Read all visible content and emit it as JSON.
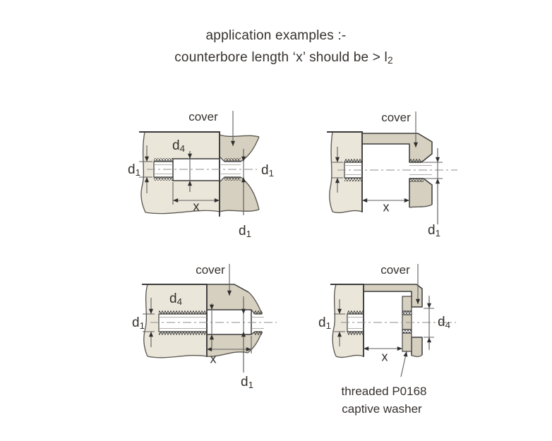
{
  "title": {
    "line1": "application examples :-",
    "line2_text": "counterbore length ‘x’ should be > l",
    "line2_sub": "2"
  },
  "diagrams": {
    "top_left": {
      "cover": "cover",
      "d4": {
        "base": "d",
        "sub": "4"
      },
      "d1_left": {
        "base": "d",
        "sub": "1"
      },
      "d1_right": {
        "base": "d",
        "sub": "1"
      },
      "d1_bottom": {
        "base": "d",
        "sub": "1"
      },
      "x": "x"
    },
    "top_right": {
      "cover": "cover",
      "x": "x",
      "d1_bottom": {
        "base": "d",
        "sub": "1"
      }
    },
    "bottom_left": {
      "cover": "cover",
      "d4": {
        "base": "d",
        "sub": "4"
      },
      "d1_left": {
        "base": "d",
        "sub": "1"
      },
      "d1_bottom": {
        "base": "d",
        "sub": "1"
      },
      "x": "x"
    },
    "bottom_right": {
      "cover": "cover",
      "d1_left": {
        "base": "d",
        "sub": "1"
      },
      "d4": {
        "base": "d",
        "sub": "4"
      },
      "x": "x",
      "callout_line1": "threaded P0168",
      "callout_line2": "captive washer"
    }
  },
  "colors": {
    "background": "#ffffff",
    "body_fill": "#ebe6da",
    "cover_fill": "#d6d0c0",
    "outline": "#3a3a3a",
    "dim_line": "#5f5f5f",
    "centerline": "#8e8e8e",
    "text": "#35302d"
  }
}
